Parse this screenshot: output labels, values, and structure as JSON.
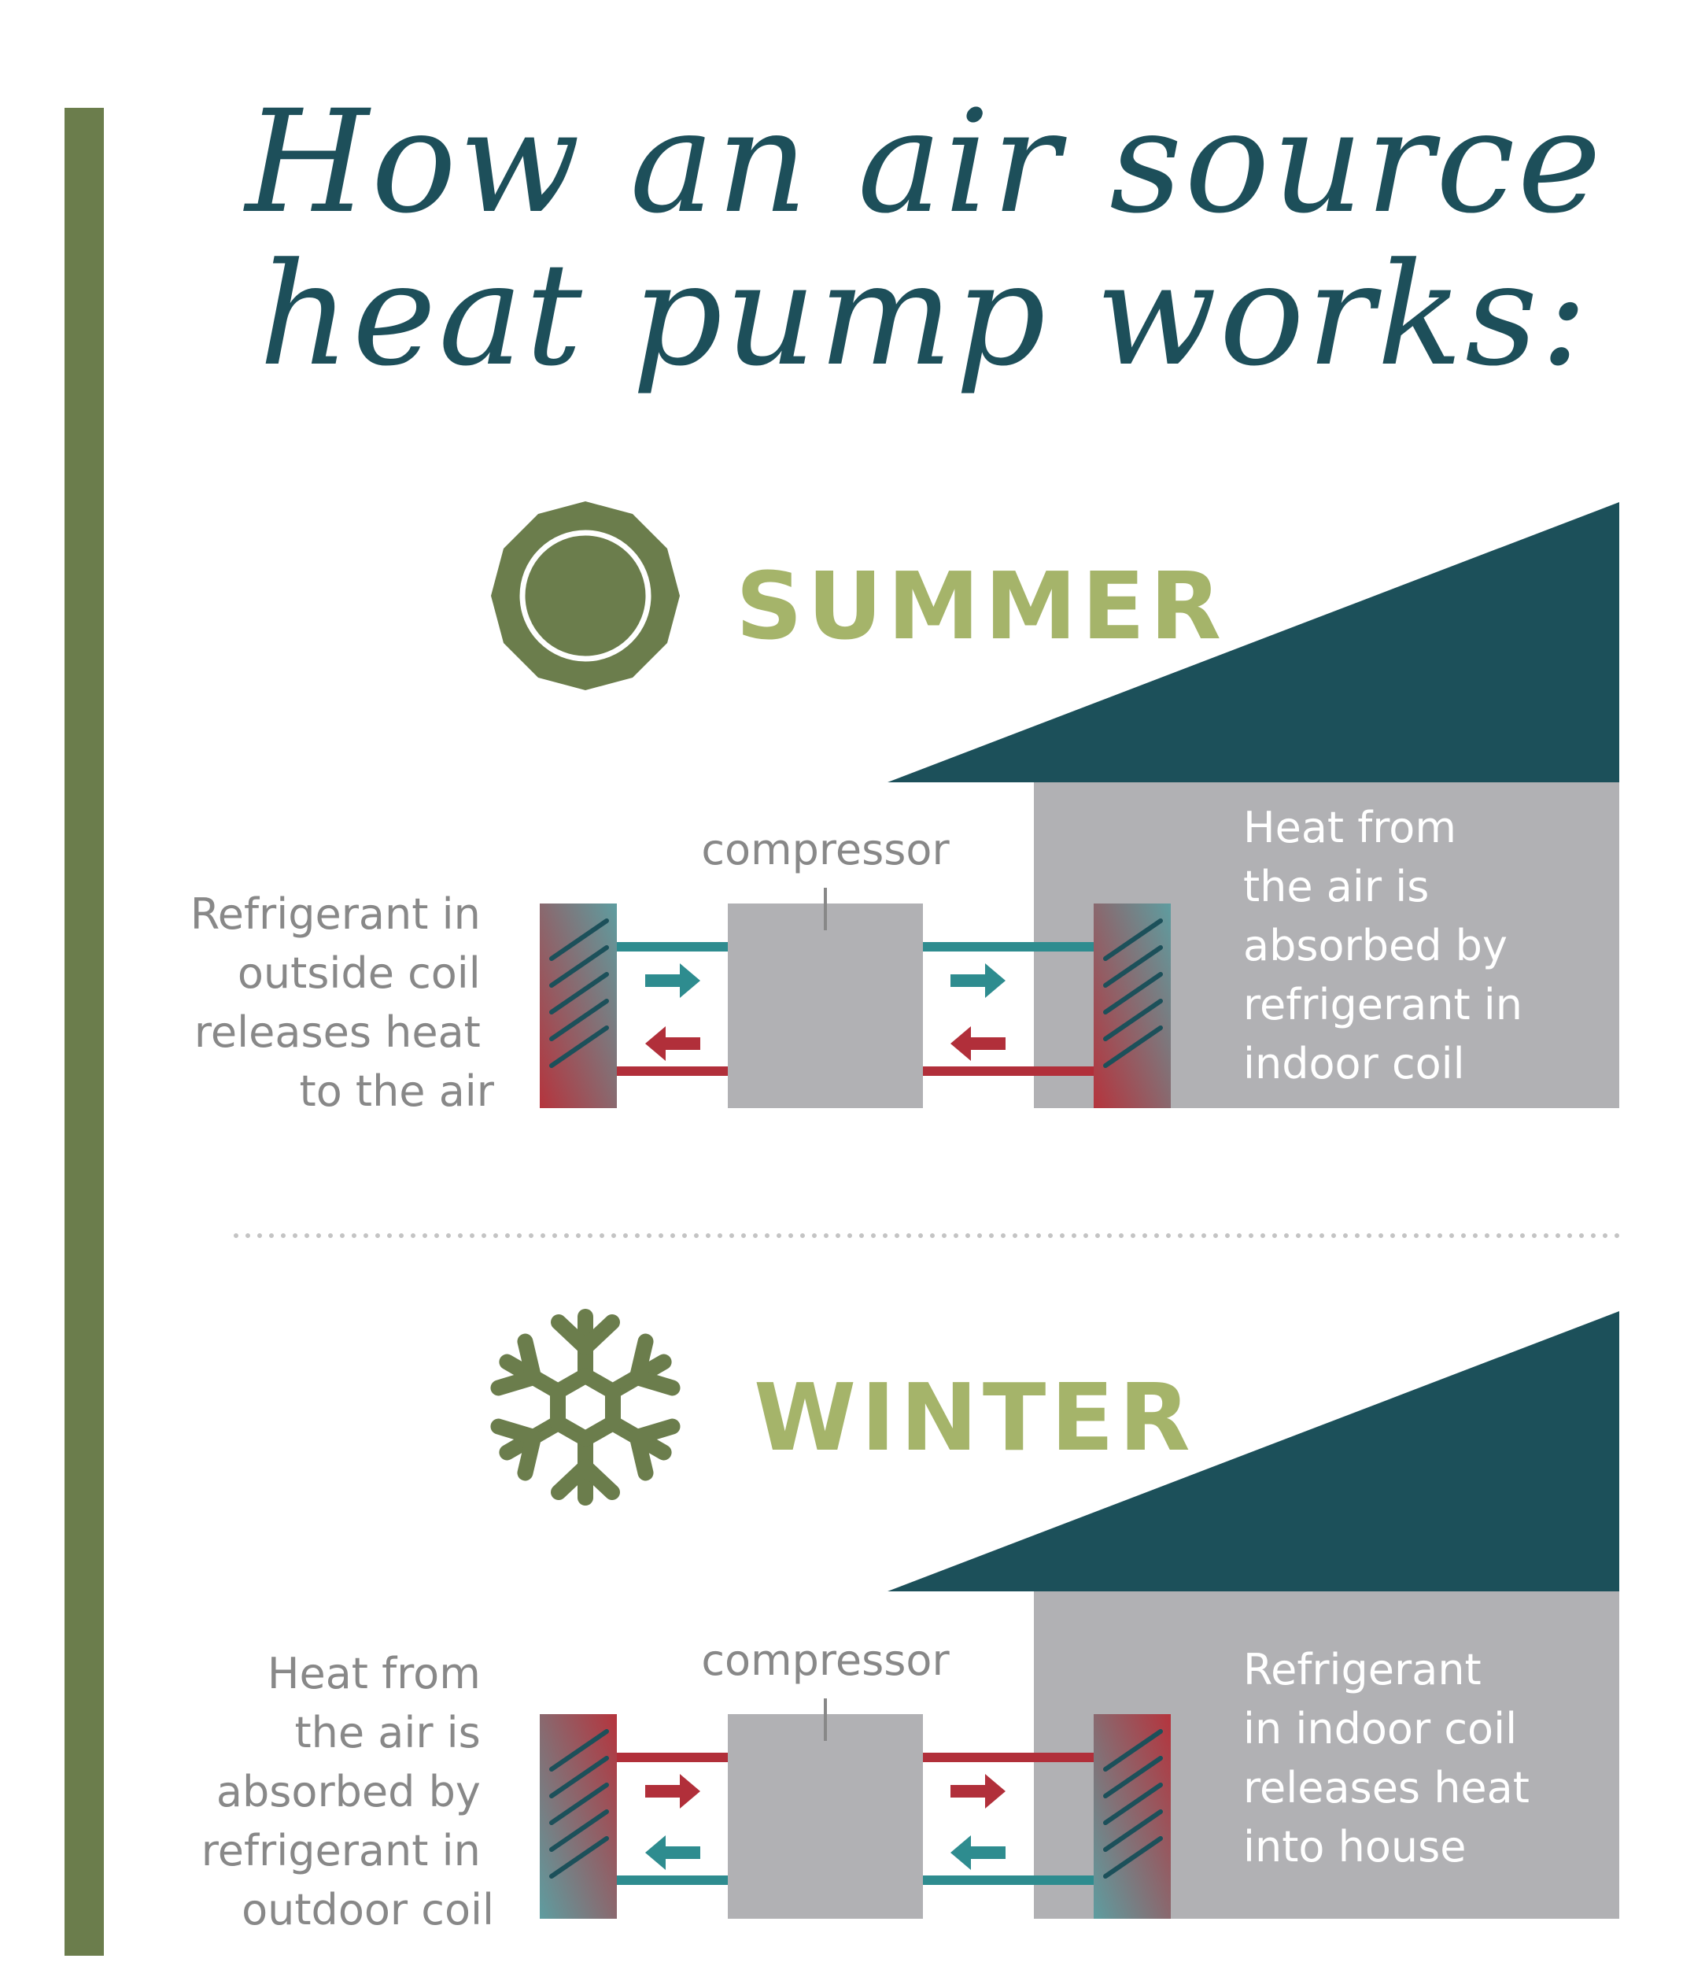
{
  "title": {
    "line1": "How an air source",
    "line2": "heat pump works:"
  },
  "colors": {
    "accent_bar": "#6b7d4c",
    "title": "#1d4f5a",
    "season_label": "#a5b46a",
    "icon": "#6b7d4c",
    "roof": "#1c505a",
    "house_wall": "#b1b1b4",
    "compressor": "#b1b1b4",
    "teal": "#2e8c8f",
    "red": "#b12f3a",
    "text_gray": "#888888",
    "divider": "#c4c4c4"
  },
  "summer": {
    "label": "SUMMER",
    "icon": "sun-icon",
    "compressor_label": "compressor",
    "left_text": [
      "Refrigerant in",
      "outside coil",
      "releases heat",
      "to the air"
    ],
    "right_text": [
      "Heat from",
      "the air is",
      "absorbed by",
      "refrigerant in",
      "indoor coil"
    ]
  },
  "winter": {
    "label": "WINTER",
    "icon": "snowflake-icon",
    "compressor_label": "compressor",
    "left_text": [
      "Heat from",
      "the air is",
      "absorbed by",
      "refrigerant in",
      "outdoor coil"
    ],
    "right_text": [
      "Refrigerant",
      "in indoor coil",
      "releases heat",
      "into house"
    ]
  }
}
